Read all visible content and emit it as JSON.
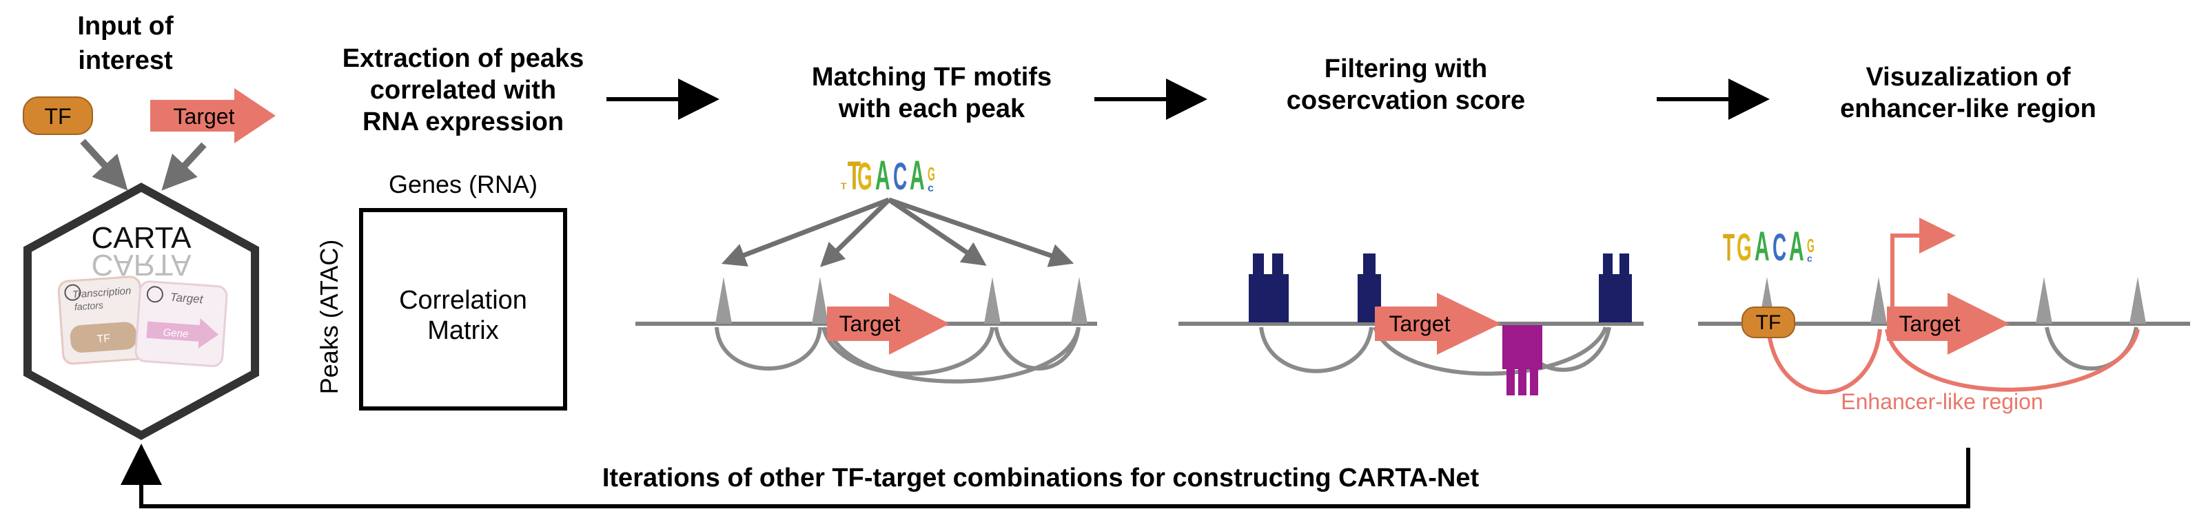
{
  "input": {
    "title_line1": "Input of",
    "title_line2": "interest",
    "tf_label": "TF",
    "target_label": "Target",
    "carta_label": "CARTA",
    "logo_left_line1": "Transcription",
    "logo_left_line2": "factors",
    "logo_left_pill": "TF",
    "logo_right_line1": "Target",
    "logo_right_arrow": "Gene"
  },
  "step1": {
    "title_line1": "Extraction of peaks",
    "title_line2": "correlated with",
    "title_line3": "RNA expression",
    "col_label": "Genes (RNA)",
    "row_label": "Peaks (ATAC)",
    "matrix_line1": "Correlation",
    "matrix_line2": "Matrix"
  },
  "step2": {
    "title_line1": "Matching TF motifs",
    "title_line2": "with each peak",
    "motif": "TGACAG",
    "target_label": "Target"
  },
  "step3": {
    "title_line1": "Filtering with",
    "title_line2": "cosercvation score",
    "target_label": "Target"
  },
  "step4": {
    "title_line1": "Visuzalization of",
    "title_line2": "enhancer-like region",
    "motif": "TGACAG",
    "tf_label": "TF",
    "target_label": "Target",
    "region_label": "Enhancer-like region"
  },
  "loop": {
    "label": "Iterations of other TF-target combinations for constructing CARTA-Net"
  },
  "colors": {
    "tf_orange": "#d4862e",
    "target_salmon": "#e8776b",
    "conservation_navy": "#1a1f66",
    "conservation_magenta": "#9c1a8c",
    "peak_gray": "#9a9a9a",
    "line_gray": "#808080"
  }
}
